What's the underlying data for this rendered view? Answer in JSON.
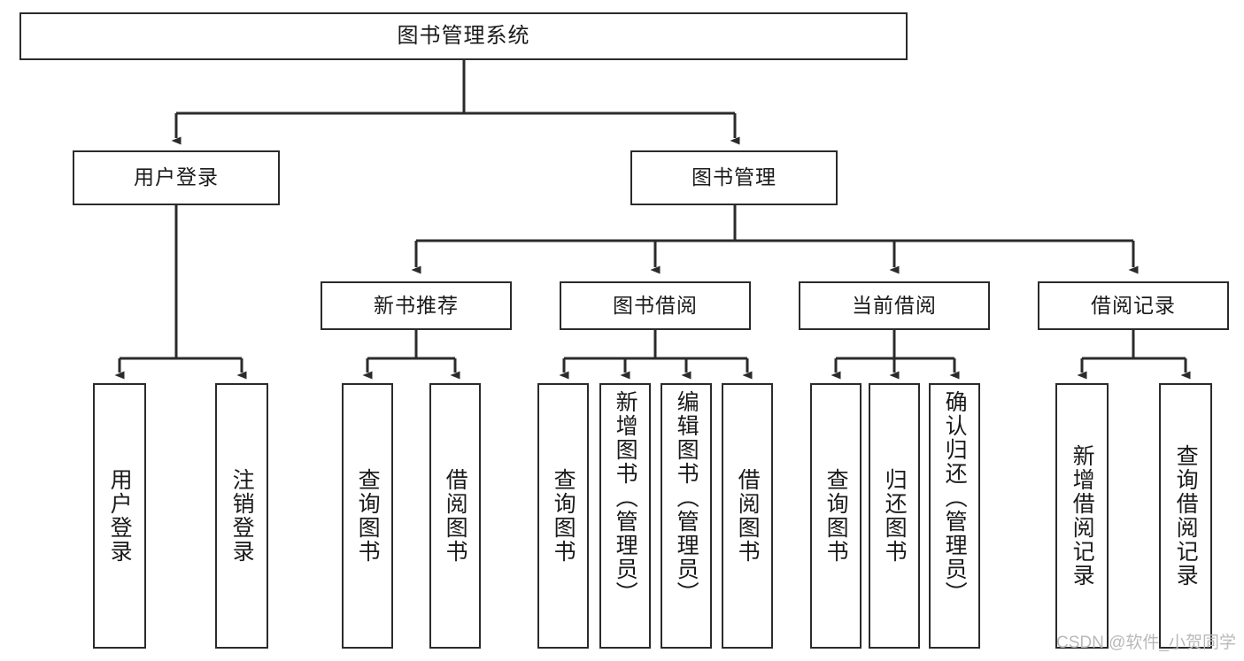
{
  "diagram": {
    "type": "tree",
    "title": "图书管理系统",
    "orientation": "top-down",
    "line_color": "#2b2b2b",
    "box_fill": "#ffffff",
    "text_color": "#1a1a1a",
    "root": {
      "label": "图书管理系统",
      "children": [
        {
          "label": "用户登录",
          "children": [
            {
              "label": "用户登录"
            },
            {
              "label": "注销登录"
            }
          ]
        },
        {
          "label": "图书管理",
          "children": [
            {
              "label": "新书推荐",
              "children": [
                {
                  "label": "查询图书"
                },
                {
                  "label": "借阅图书"
                }
              ]
            },
            {
              "label": "图书借阅",
              "children": [
                {
                  "label": "查询图书"
                },
                {
                  "label": "新增图书（管理员）"
                },
                {
                  "label": "编辑图书（管理员）"
                },
                {
                  "label": "借阅图书"
                }
              ]
            },
            {
              "label": "当前借阅",
              "children": [
                {
                  "label": "查询图书"
                },
                {
                  "label": "归还图书"
                },
                {
                  "label": "确认归还（管理员）"
                }
              ]
            },
            {
              "label": "借阅记录",
              "children": [
                {
                  "label": "新增借阅记录"
                },
                {
                  "label": "查询借阅记录"
                }
              ]
            }
          ]
        }
      ]
    },
    "nodes": {
      "root": "图书管理系统",
      "user_login": "用户登录",
      "book_manage": "图书管理",
      "new_book_rec": "新书推荐",
      "book_borrow": "图书借阅",
      "current_borrow": "当前借阅",
      "borrow_record": "借阅记录",
      "leaf_user_login": "用户登录",
      "leaf_logout": "注销登录",
      "leaf_query_book_1": "查询图书",
      "leaf_borrow_book_1": "借阅图书",
      "leaf_query_book_2": "查询图书",
      "leaf_add_book": "新增图书（管理员）",
      "leaf_edit_book": "编辑图书（管理员）",
      "leaf_borrow_book_2": "借阅图书",
      "leaf_query_book_3": "查询图书",
      "leaf_return_book": "归还图书",
      "leaf_confirm_return": "确认归还（管理员）",
      "leaf_add_record": "新增借阅记录",
      "leaf_query_record": "查询借阅记录"
    }
  },
  "watermark": {
    "text": "CSDN @软件_小贺同学"
  }
}
